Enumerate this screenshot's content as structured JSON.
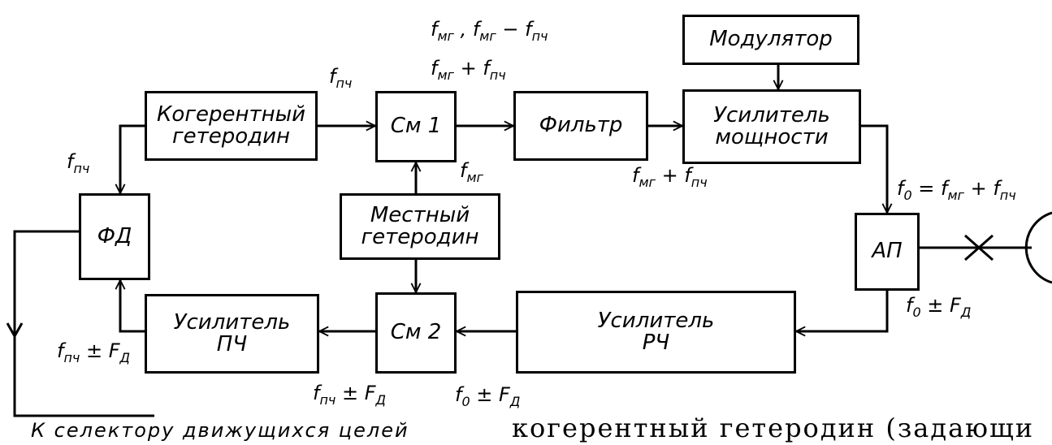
{
  "blocks": {
    "coherent_osc": "Когерентный\nгетеродин",
    "mixer1": "См 1",
    "filter": "Фильтр",
    "modulator": "Модулятор",
    "power_amp": "Усилитель\nмощности",
    "phase_det": "ФД",
    "local_osc": "Местный\nгетеродин",
    "antenna_switch": "АП",
    "if_amp": "Усилитель\nПЧ",
    "mixer2": "См 2",
    "rf_amp": "Усилитель\nРЧ"
  },
  "labels": {
    "f_if_top": {
      "base": "f",
      "sub": "пч",
      "tail": ""
    },
    "f_mg_list": {
      "base": "f",
      "sub": "мг",
      "tail": " , f",
      "sub2": "мг",
      "tail2": " − f",
      "sub3": "пч"
    },
    "f_mg_plus_if_top": {
      "base": "f",
      "sub": "мг",
      "tail": " + f",
      "sub2": "пч"
    },
    "f_mg_local": {
      "base": "f",
      "sub": "мг"
    },
    "f_mg_plus_if_filter": {
      "base": "f",
      "sub": "мг",
      "tail": " + f",
      "sub2": "пч"
    },
    "f0_eq": {
      "base": "f",
      "sub": "0",
      "tail": " = f",
      "sub2": "мг",
      "tail2": " + f",
      "sub3": "пч"
    },
    "f_if_left": {
      "base": "f",
      "sub": "пч"
    },
    "f0_pm_fd_ap": {
      "base": "f",
      "sub": "0",
      "tail": " ± F",
      "sub2": "Д"
    },
    "f_if_pm_fd_left": {
      "base": "f",
      "sub": "пч",
      "tail": " ± F",
      "sub2": "Д"
    },
    "f_if_pm_fd_bottom": {
      "base": "f",
      "sub": "пч",
      "tail": " ± F",
      "sub2": "Д"
    },
    "f0_pm_fd_bottom": {
      "base": "f",
      "sub": "0",
      "tail": " ± F",
      "sub2": "Д"
    }
  },
  "caption": "К селектору движущихся целей",
  "body_text": "когерентный гетеродин (задающи"
}
